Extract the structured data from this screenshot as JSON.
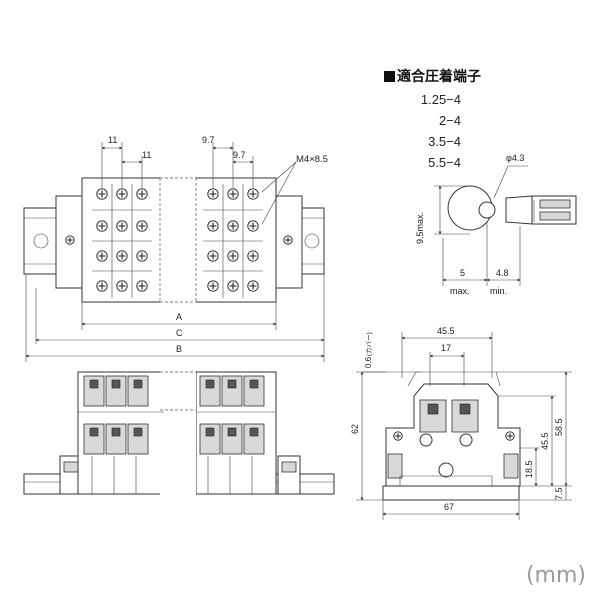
{
  "title": "適合圧着端子",
  "terminal_sizes": [
    "1.25−4",
    "2−4",
    "3.5−4",
    "5.5−4"
  ],
  "unit": "(mm)",
  "top_view": {
    "pitch_labels": [
      "11",
      "11",
      "9.7",
      "9.7"
    ],
    "screw_label": "M4×8.5",
    "dimension_labels": [
      "A",
      "C",
      "B"
    ]
  },
  "terminal_detail": {
    "hole_dia": "φ4.3",
    "width": "9.5max.",
    "length_a": "5",
    "length_a_note": "max.",
    "length_b": "4.8",
    "length_b_note": "min."
  },
  "side_view": {
    "cover_gap": "0.6",
    "cover_note": "(カバー)",
    "width_top": "45.5",
    "width_inner": "17",
    "height_total": "62",
    "height_right": "58.5",
    "height_mid": "45.5",
    "height_low": "18.5",
    "rail": "7.5",
    "width_base": "67"
  }
}
